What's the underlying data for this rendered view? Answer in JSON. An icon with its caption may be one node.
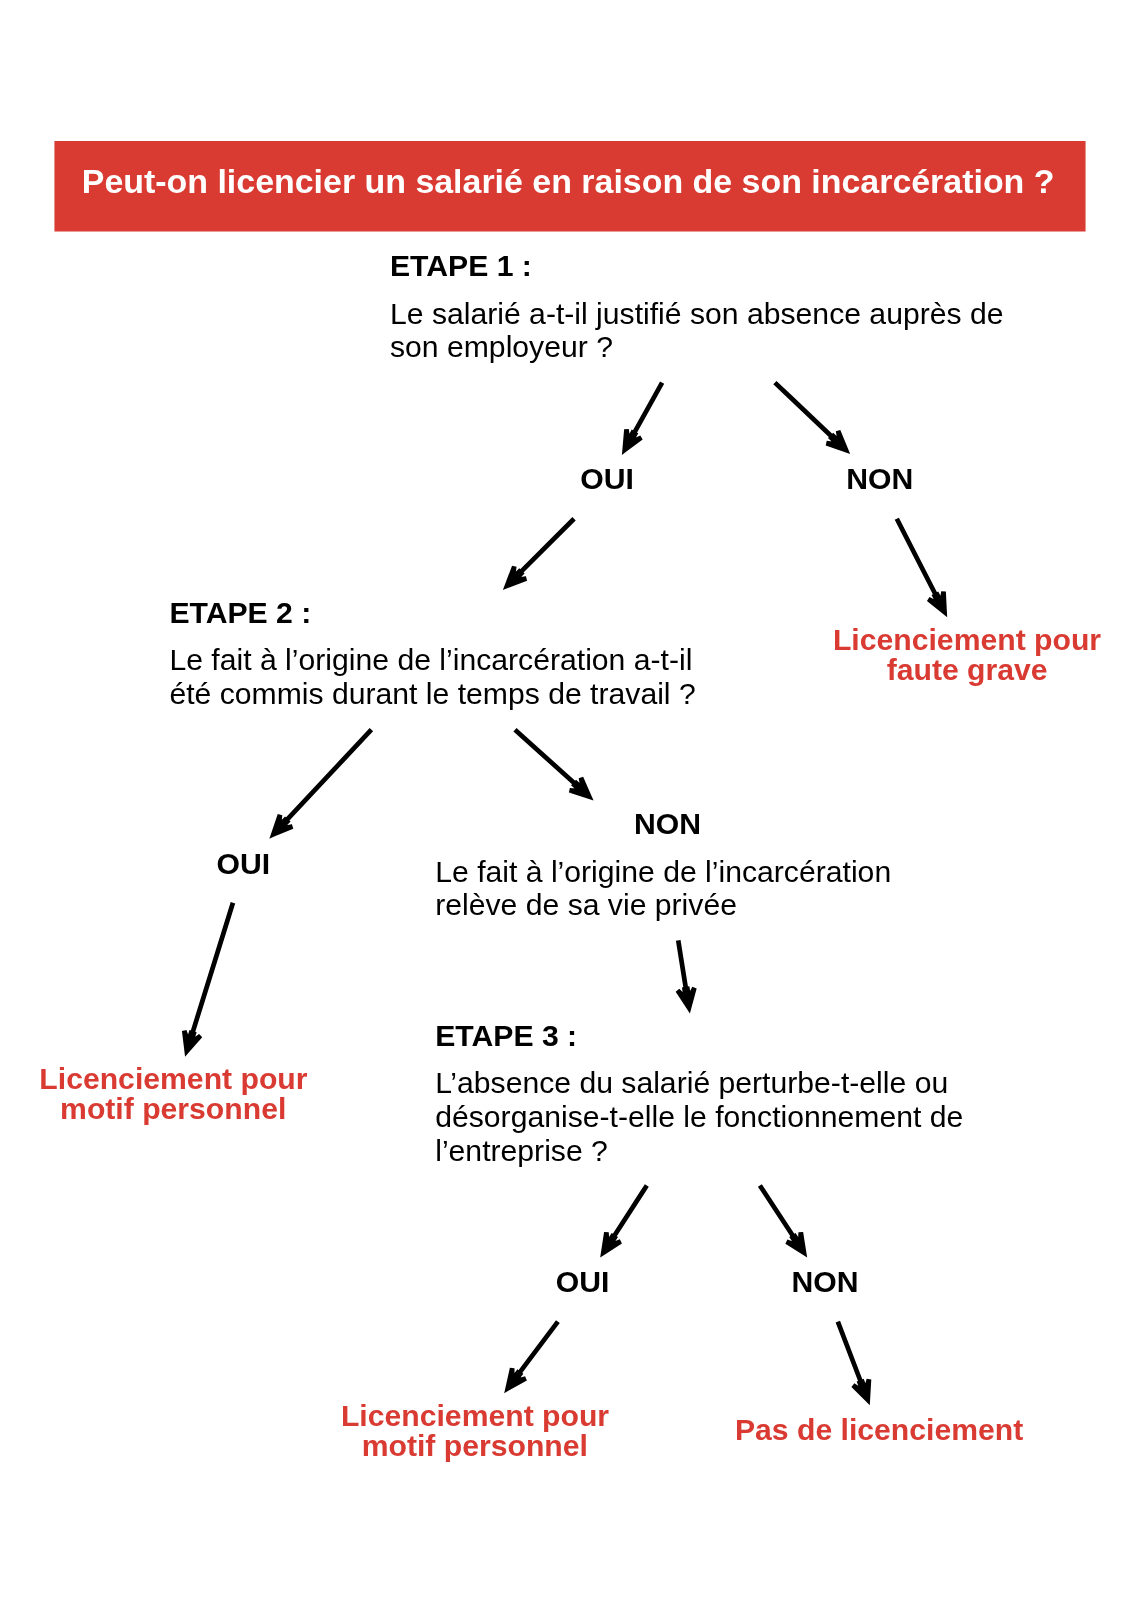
{
  "diagram": {
    "title": "Peut-on licencier un salarié en raison de son incarcération ?",
    "nodes": [
      {
        "text": [
          "ETAPE 1 :",
          "Le salarié a-t-il justifié son absence auprès de son employeur ?"
        ]
      },
      {
        "text": [
          "OUI"
        ]
      },
      {
        "text": [
          "NON"
        ]
      },
      {
        "text": [
          "ETAPE 2 :",
          "Le fait à l’origine de l’incarcération a-t-il été commis durant le temps de travail ?"
        ]
      },
      {
        "text": [
          "OUI"
        ]
      },
      {
        "text": [
          "NON",
          "Le fait à l’origine de l’incarcération relève de sa vie privée"
        ]
      },
      {
        "text": [
          "Licenciement pour motif personnel"
        ]
      },
      {
        "text": [
          "ETAPE 3 :",
          "L’absence du salarié perturbe-t-elle ou désorganise-t-elle le fonctionnement de l’entreprise ?"
        ]
      },
      {
        "text": [
          "OUI"
        ]
      },
      {
        "text": [
          "NON"
        ]
      },
      {
        "text": [
          "Licenciement pour motif personnel"
        ]
      },
      {
        "text": [
          "Pas de licenciement"
        ]
      },
      {
        "text": [
          "Licenciement pour faute grave"
        ]
      }
    ],
    "edges": [
      {
        "from": 0,
        "to": 1,
        "arrow": "to"
      },
      {
        "from": 0,
        "to": 2,
        "arrow": "to"
      },
      {
        "from": 1,
        "to": 3,
        "arrow": "to"
      },
      {
        "from": 3,
        "to": 4,
        "arrow": "to"
      },
      {
        "from": 3,
        "to": 5,
        "arrow": "to"
      },
      {
        "from": 4,
        "to": 6,
        "arrow": "to"
      },
      {
        "from": 5,
        "to": 7,
        "arrow": "to"
      },
      {
        "from": 7,
        "to": 8,
        "arrow": "to"
      },
      {
        "from": 7,
        "to": 9,
        "arrow": "to"
      },
      {
        "from": 8,
        "to": 10,
        "arrow": "to"
      },
      {
        "from": 9,
        "to": 11,
        "arrow": "to"
      },
      {
        "from": 2,
        "to": 12,
        "arrow": "to"
      }
    ]
  }
}
